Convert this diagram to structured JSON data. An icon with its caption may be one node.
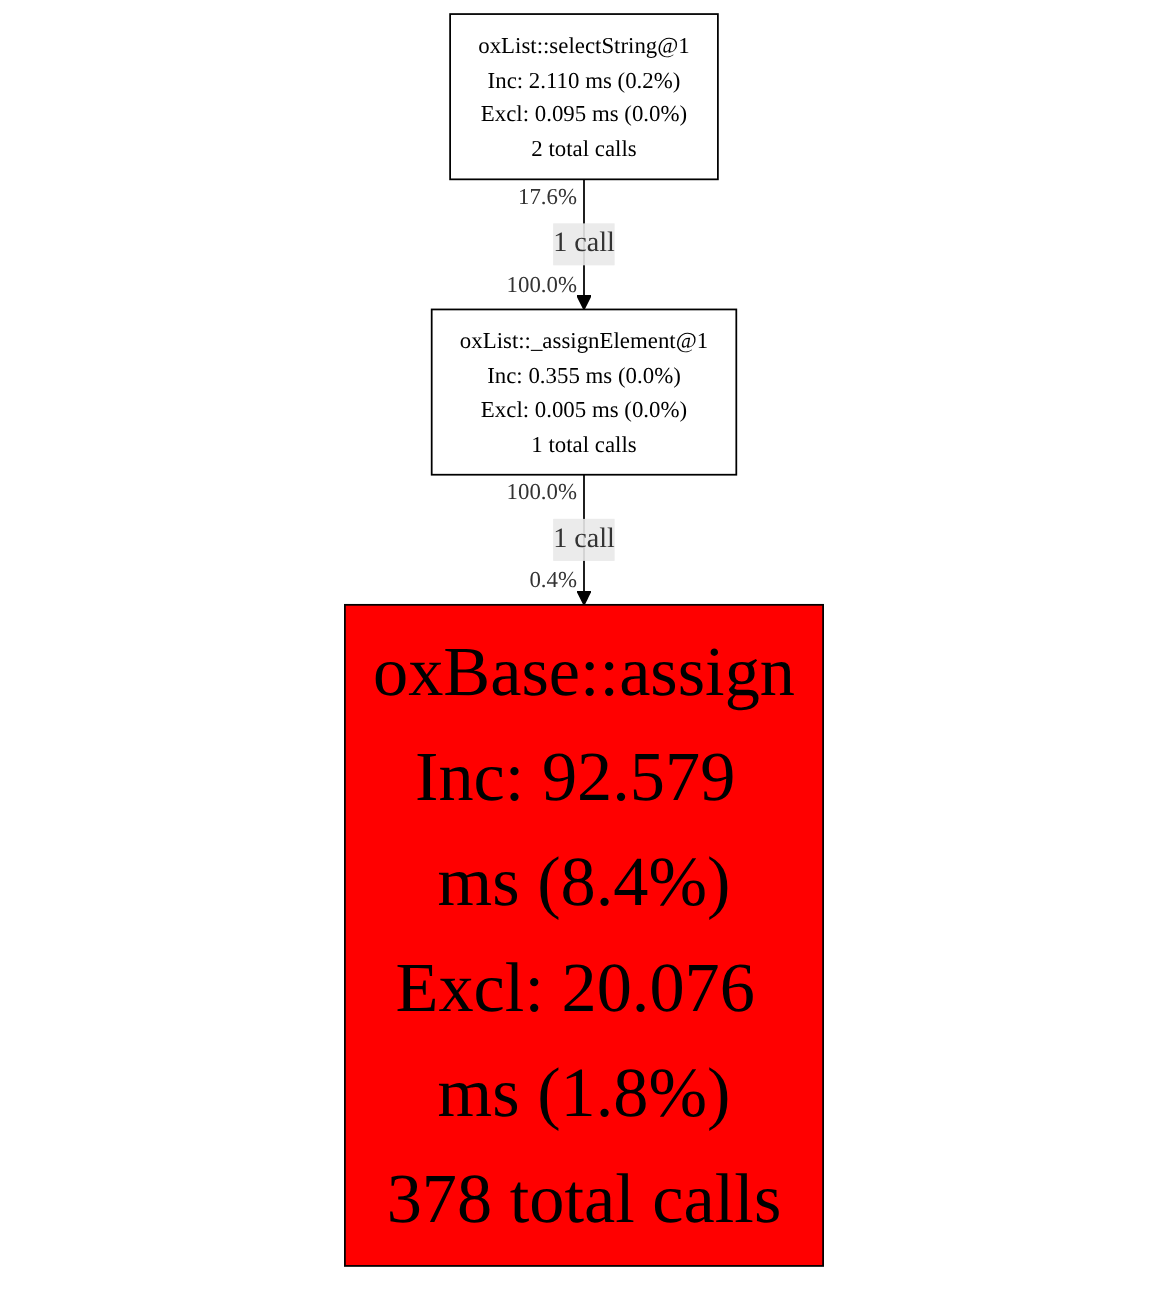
{
  "diagram": {
    "nodes": [
      {
        "text": [
          "oxList::selectString@1",
          "Inc: 2.110 ms (0.2%)",
          "Excl: 0.095 ms (0.0%)",
          "2 total calls"
        ]
      },
      {
        "text": [
          "oxList::_assignElement@1",
          "Inc: 0.355 ms (0.0%)",
          "Excl: 0.005 ms (0.0%)",
          "1 total calls"
        ]
      },
      {
        "text": [
          "oxBase::assign",
          "Inc: 92.579 ms (8.4%)",
          "Excl: 20.076 ms (1.8%)",
          "378 total calls"
        ]
      }
    ],
    "edges": [
      {
        "from": 0,
        "to": 1,
        "arrow": "to",
        "label": "1 call"
      },
      {
        "from": 1,
        "to": 2,
        "arrow": "to",
        "label": "1 call"
      }
    ],
    "labels": [
      "17.6%",
      "100.0%",
      "100.0%",
      "0.4%"
    ]
  }
}
